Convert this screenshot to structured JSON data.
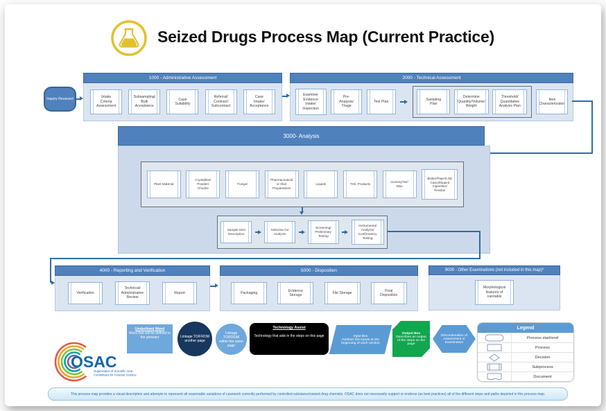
{
  "title": "Seized Drugs Process Map (Current Practice)",
  "start": "Inquiry Received",
  "s1000": {
    "header": "1000 - Administrative Assessment",
    "boxes": [
      "Intake Criteria Assessment",
      "Subsampling/ Bulk Acceptance",
      "Case Suitability",
      "Referral/ Contract/ Subcontract",
      "Case Intake/ Acceptance"
    ]
  },
  "s2000": {
    "header": "2000 - Technical Assessment",
    "pre": [
      "Examiner Evidence Intake/ Inspection",
      "Pre-Analysis/ Triage",
      "Test Plan"
    ],
    "group": [
      "Sampling Plan",
      "Determine Quantity/Volume/ Weight",
      "Threshold/ Quantitative Analysis Plan"
    ],
    "post": "Item Characterization"
  },
  "s3000": {
    "header": "3000- Analysis",
    "types": [
      "Plant Material",
      "Crystalline/ Powder/ Chunks",
      "Fungal",
      "Pharmaceutical or Illicit Preparations",
      "Liquids",
      "THC Products",
      "Gummy/Tar/ Wax",
      "Blotter/Paper/LSD Cases/Dipped Cigarettes/ Residue"
    ],
    "steps": [
      "Sample Item Description",
      "Selection for Analysis",
      "Screening/ Preliminary Testing",
      "Instrumental Analysis/ Confirmatory Testing"
    ]
  },
  "s4000": {
    "header": "4000 - Reporting and Verification",
    "boxes": [
      "Verification",
      "Technical/ Administrative Review",
      "Report"
    ]
  },
  "s5000": {
    "header": "5000 - Disposition",
    "boxes": [
      "Packaging",
      "Evidence Storage",
      "File Storage",
      "Final Disposition"
    ]
  },
  "s9000": {
    "header": "9000 - Other Examinations (not included in this map)*",
    "box": "Morphological features of cannabis"
  },
  "key": {
    "underlined": {
      "title": "Underlined Word",
      "desc": "Word that will be defined in the glossary"
    },
    "link_other": "Linkage TO/FROM another page",
    "link_same": "Linkage TO/FROM within the same page",
    "tech": {
      "title": "Technology Assist",
      "desc": "Technology that aids in the steps on this page"
    },
    "input": {
      "title": "Input Box",
      "desc": "Outlines the inputs at the beginning of each section"
    },
    "output": {
      "title": "Output Box",
      "desc": "Describes an output of the steps on the page"
    },
    "discontinuation": "Discontinuation of Assessment or Examination"
  },
  "legend": {
    "title": "Legend",
    "rows": [
      "Process start/end",
      "Process",
      "Decision",
      "Subprocess",
      "Document"
    ]
  },
  "logo": {
    "name": "OSAC",
    "caption_line1": "Organization of Scientific Area",
    "caption_line2": "Committees for Forensic Science"
  },
  "disclaimer": "This process map provides a visual description and attempts to represent all reasonable variations of casework currently performed by controlled substance/seized drug chemists. OSAC does not necessarily support or endorse (as best practices) all of the different steps and paths depicted in this process map.",
  "colors": {
    "section_header": "#4f81bd",
    "section_body": "#dbe5f1",
    "analysis_body": "#ccd9ea",
    "arrow": "#2e6da4",
    "tech_assist": "#000000",
    "output_green": "#12a64f",
    "link_dark": "#17375e",
    "link_light": "#6fa8dc",
    "legend_header": "#5b9bd5",
    "flask_gold": "#e2c12f"
  }
}
